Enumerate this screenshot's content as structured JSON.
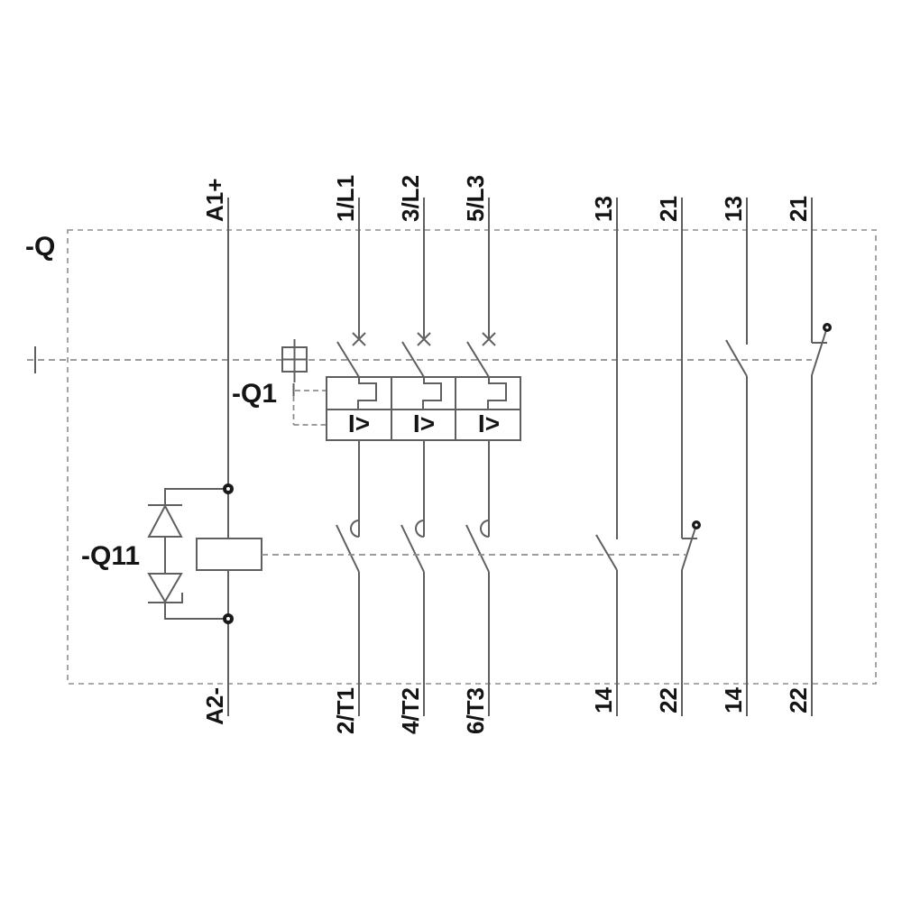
{
  "diagram": {
    "enclosure_label": "-Q",
    "breaker_label": "-Q1",
    "contactor_label": "-Q11",
    "overcurrent_release_symbol": "I>",
    "top_terminals": [
      "A1+",
      "1/L1",
      "3/L2",
      "5/L3",
      "13",
      "21",
      "13",
      "21"
    ],
    "bottom_terminals": [
      "A2-",
      "2/T1",
      "4/T2",
      "6/T3",
      "14",
      "22",
      "14",
      "22"
    ],
    "colors": {
      "line": "#5f5f5f",
      "dash": "#8e8e8e",
      "text": "#141414",
      "background": "#ffffff"
    }
  }
}
